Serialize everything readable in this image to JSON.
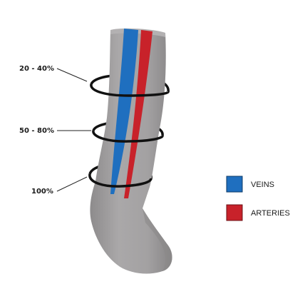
{
  "pressure_levels": [
    {
      "label": "20 - 40%"
    },
    {
      "label": "50 - 80%"
    },
    {
      "label": "100%"
    }
  ],
  "legend": {
    "veins": {
      "label": "VEINS",
      "color": "#1f6fbf"
    },
    "arteries": {
      "label": "ARTERIES",
      "color": "#c8222a"
    }
  },
  "colors": {
    "sock": "#9c9a9b",
    "sock_shadow": "#7e7c7d",
    "ring": "#111111"
  }
}
